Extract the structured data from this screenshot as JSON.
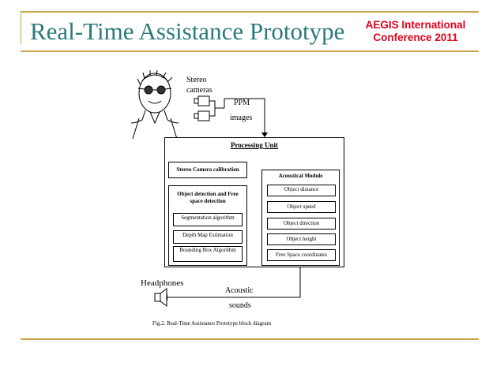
{
  "slide": {
    "title": "Real-Time Assistance Prototype",
    "conference_line1": "AEGIS International",
    "conference_line2": "Conference 2011"
  },
  "diagram": {
    "stereo_label_line1": "Stereo",
    "stereo_label_line2": "cameras",
    "ppm_label": "PPM",
    "images_label": "images",
    "processing_unit": "Processing Unit",
    "calibration": "Stereo Camera calibration",
    "object_detection_line1": "Object detection and Free",
    "object_detection_line2": "space detection",
    "segmentation": "Segmentation algorithm",
    "depth_map": "Depth Map Estimation",
    "bounding_box": "Bounding Box Algorithm",
    "acoustical_module": "Acoustical Module",
    "object_distance": "Object distance",
    "object_speed": "Object speed",
    "object_direction": "Object direction",
    "object_height": "Object height",
    "free_space": "Free Space coordinates",
    "headphones": "Headphones",
    "acoustic_line1": "Acoustic",
    "acoustic_line2": "sounds",
    "caption": "Fig.2. Real-Time Assistance Prototype block diagram"
  }
}
